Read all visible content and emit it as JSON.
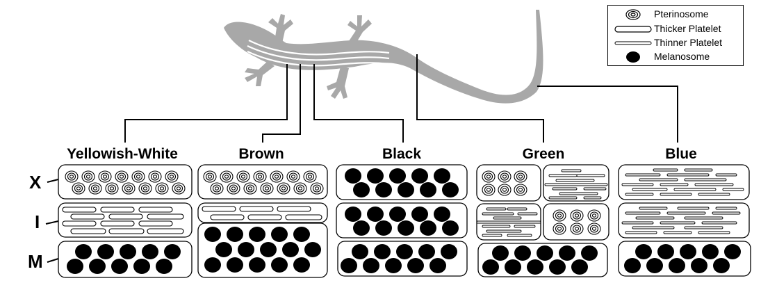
{
  "legend": {
    "items": [
      {
        "symbol": "pterinosome",
        "label": "Pterinosome"
      },
      {
        "symbol": "thicker-platelet",
        "label": "Thicker Platelet"
      },
      {
        "symbol": "thinner-platelet",
        "label": "Thinner Platelet"
      },
      {
        "symbol": "melanosome",
        "label": "Melanosome"
      }
    ]
  },
  "rows": {
    "x_label": "X",
    "i_label": "I",
    "m_label": "M"
  },
  "columns": [
    {
      "title": "Yellowish-White"
    },
    {
      "title": "Brown"
    },
    {
      "title": "Black"
    },
    {
      "title": "Green"
    },
    {
      "title": "Blue"
    }
  ],
  "colors": {
    "lizard": "#a8a8a8",
    "ink": "#000000",
    "stripe": "#ffffff"
  }
}
